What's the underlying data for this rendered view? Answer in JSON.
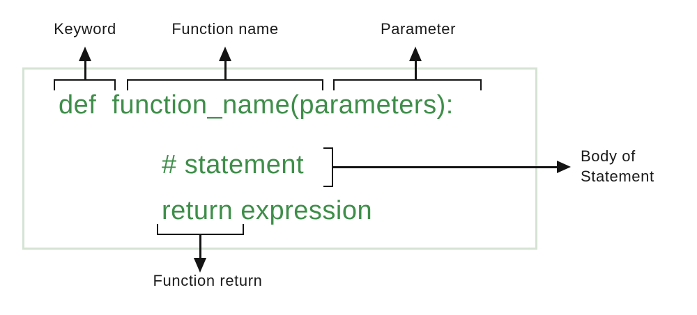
{
  "code_box": {
    "signature": "def  function_name(parameters):",
    "statement": "# statement",
    "return_statement": "return expression"
  },
  "annotations": {
    "keyword": "Keyword",
    "function_name": "Function name",
    "parameter": "Parameter",
    "body_line1": "Body of",
    "body_line2": "Statement",
    "function_return": "Function return"
  },
  "colors": {
    "code_text_green": "#3E8E49",
    "box_border_green": "#D5E3D3",
    "annotation_black": "#1B1B1B",
    "line_black": "#141414"
  }
}
